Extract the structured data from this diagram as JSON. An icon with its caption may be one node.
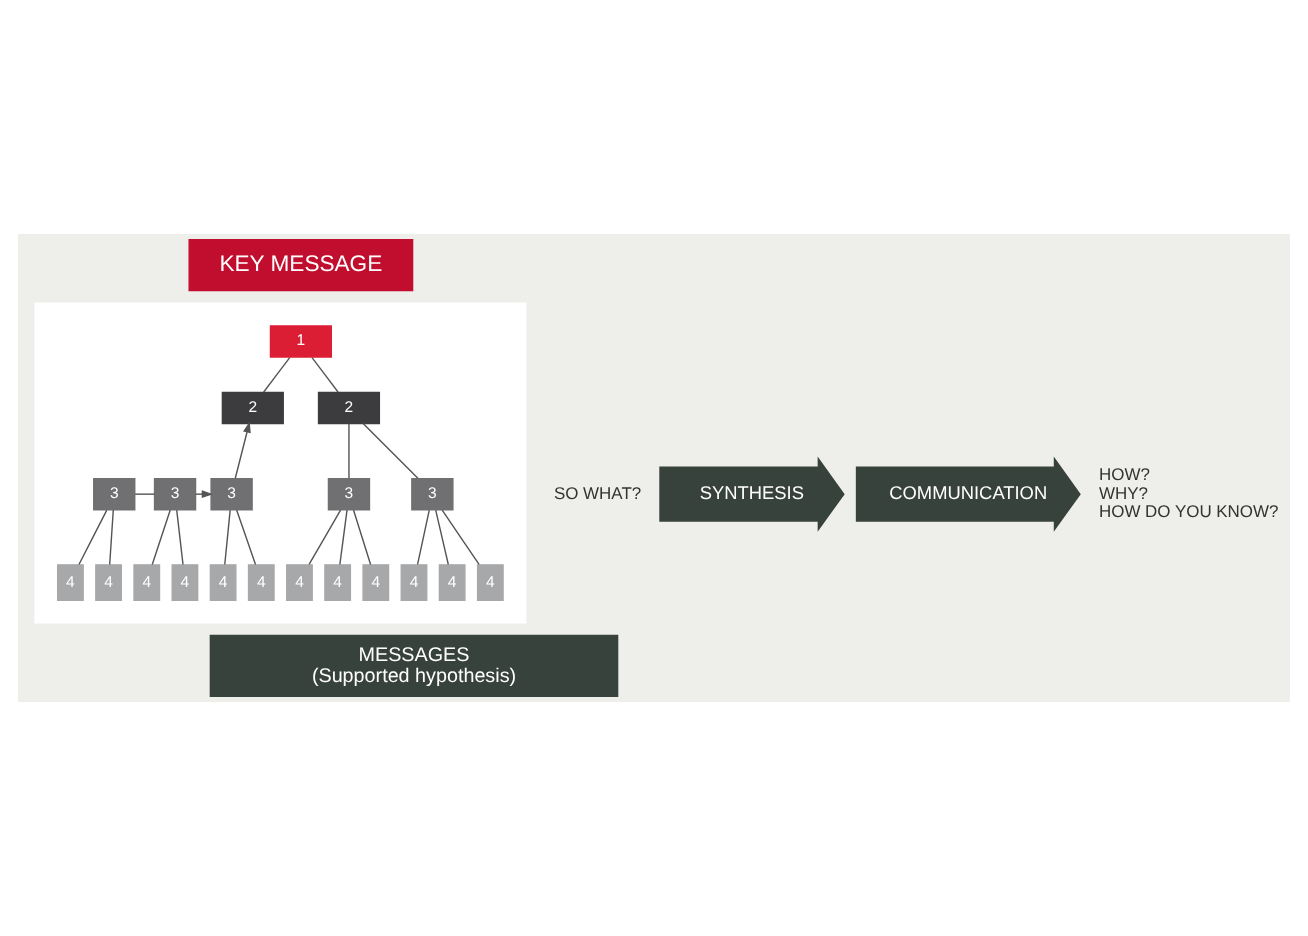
{
  "diagram": {
    "nodes": [
      {
        "text": [
          "KEY MESSAGE"
        ]
      },
      {
        "text": [
          "SYNTHESIS"
        ],
        "beside": [
          "SO WHAT?"
        ]
      },
      {
        "text": [
          "COMMUNICATION"
        ],
        "beside": [
          "HOW?",
          "WHY?",
          "HOW DO YOU KNOW?"
        ]
      },
      {
        "text": [],
        "shape": "triangle"
      },
      {
        "text": [
          "1"
        ],
        "in": 3
      },
      {
        "text": [
          "2"
        ],
        "in": 3
      },
      {
        "text": [
          "2"
        ],
        "in": 3
      },
      {
        "text": [
          "3"
        ],
        "in": 3
      },
      {
        "text": [
          "3"
        ],
        "in": 3
      },
      {
        "text": [
          "3"
        ],
        "in": 3
      },
      {
        "text": [
          "3"
        ],
        "in": 3
      },
      {
        "text": [
          "3"
        ],
        "in": 3
      },
      {
        "text": [
          "4"
        ],
        "in": 3
      },
      {
        "text": [
          "4"
        ],
        "in": 3
      },
      {
        "text": [
          "4"
        ],
        "in": 3
      },
      {
        "text": [
          "4"
        ],
        "in": 3
      },
      {
        "text": [
          "4"
        ],
        "in": 3
      },
      {
        "text": [
          "4"
        ],
        "in": 3
      },
      {
        "text": [
          "4"
        ],
        "in": 3
      },
      {
        "text": [
          "4"
        ],
        "in": 3
      },
      {
        "text": [
          "4"
        ],
        "in": 3
      },
      {
        "text": [
          "4"
        ],
        "in": 3
      },
      {
        "text": [
          "4"
        ],
        "in": 3
      },
      {
        "text": [
          "4"
        ],
        "in": 3
      },
      {
        "text": [
          "MESSAGES",
          "(Supported hypothesis)"
        ]
      }
    ],
    "edges": [
      {
        "from": 4,
        "to": 5,
        "arrow": "none"
      },
      {
        "from": 4,
        "to": 6,
        "arrow": "none"
      },
      {
        "from": 7,
        "to": 8,
        "arrow": "none"
      },
      {
        "from": 8,
        "to": 9,
        "arrow": "to"
      },
      {
        "from": 9,
        "to": 5,
        "arrow": "to"
      },
      {
        "from": 6,
        "to": 10,
        "arrow": "none"
      },
      {
        "from": 6,
        "to": 11,
        "arrow": "none"
      },
      {
        "from": 7,
        "to": 12,
        "arrow": "none"
      },
      {
        "from": 7,
        "to": 13,
        "arrow": "none"
      },
      {
        "from": 8,
        "to": 14,
        "arrow": "none"
      },
      {
        "from": 8,
        "to": 15,
        "arrow": "none"
      },
      {
        "from": 9,
        "to": 16,
        "arrow": "none"
      },
      {
        "from": 9,
        "to": 17,
        "arrow": "none"
      },
      {
        "from": 10,
        "to": 18,
        "arrow": "none"
      },
      {
        "from": 10,
        "to": 19,
        "arrow": "none"
      },
      {
        "from": 10,
        "to": 20,
        "arrow": "none"
      },
      {
        "from": 11,
        "to": 21,
        "arrow": "none"
      },
      {
        "from": 11,
        "to": 22,
        "arrow": "none"
      },
      {
        "from": 11,
        "to": 23,
        "arrow": "none"
      }
    ]
  }
}
